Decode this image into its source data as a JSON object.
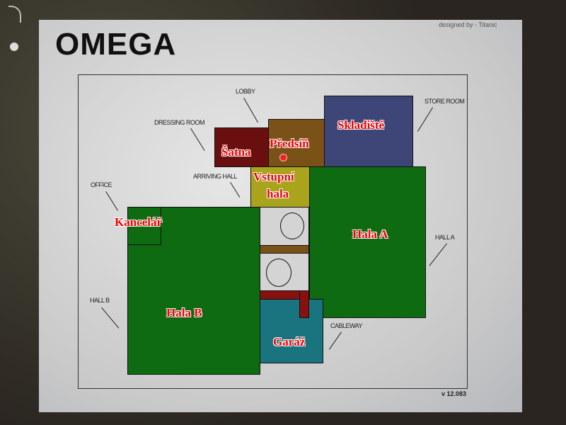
{
  "map": {
    "title": "OMEGA",
    "credit": "designed by - Titanic",
    "version": "v 12.083",
    "rooms": {
      "storeroom": "Skladiště",
      "lobby": "Předsíň",
      "dressing": "Šatna",
      "arriving_1": "Vstupní",
      "arriving_2": "hala",
      "office": "Kancelář",
      "hall_a": "Hala A",
      "hall_b": "Hala B",
      "garage": "Garáž"
    },
    "english_labels": {
      "lobby": "LOBBY",
      "storeroom": "STORE ROOM",
      "dressing": "DRESSING ROOM",
      "arriving": "ARRIVING HALL",
      "office": "OFFICE",
      "hall_a": "HALL A",
      "hall_b": "HALL B",
      "cableway": "CABLEWAY"
    },
    "colors": {
      "hall": "#0f6b12",
      "storeroom": "#3d4677",
      "lobby": "#7a5218",
      "dressing": "#6a0f0f",
      "arriving": "#a9a41c",
      "garage": "#1a7480",
      "label": "#e00000"
    }
  }
}
